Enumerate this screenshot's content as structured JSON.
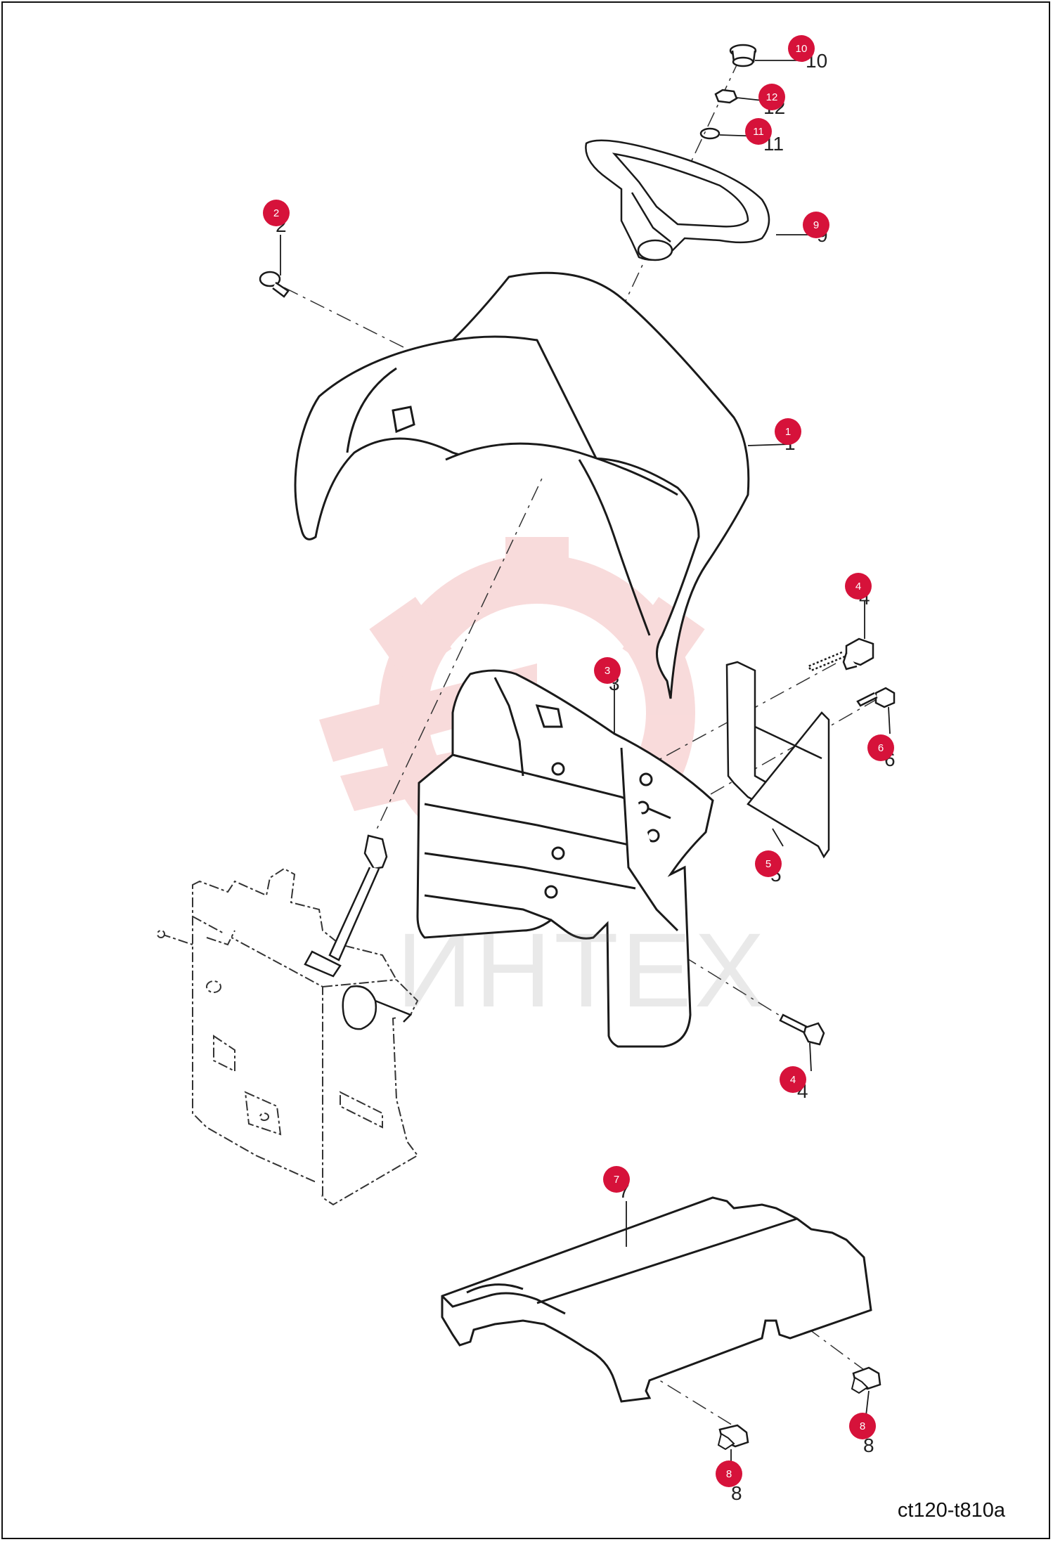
{
  "drawing_id": "ct120-t810a",
  "watermark": "ИНТЕХ",
  "callouts": [
    {
      "id": "10",
      "number": "10"
    },
    {
      "id": "12",
      "number": "12"
    },
    {
      "id": "11",
      "number": "11"
    },
    {
      "id": "9",
      "number": "9"
    },
    {
      "id": "2",
      "number": "2"
    },
    {
      "id": "1",
      "number": "1"
    },
    {
      "id": "4a",
      "number": "4"
    },
    {
      "id": "3",
      "number": "3"
    },
    {
      "id": "6",
      "number": "6"
    },
    {
      "id": "5",
      "number": "5"
    },
    {
      "id": "4b",
      "number": "4"
    },
    {
      "id": "7",
      "number": "7"
    },
    {
      "id": "8a",
      "number": "8"
    },
    {
      "id": "8b",
      "number": "8"
    }
  ],
  "colors": {
    "callout_fill": "#d6123a",
    "line": "#1a1a1a",
    "watermark": "#f3b8b8"
  }
}
